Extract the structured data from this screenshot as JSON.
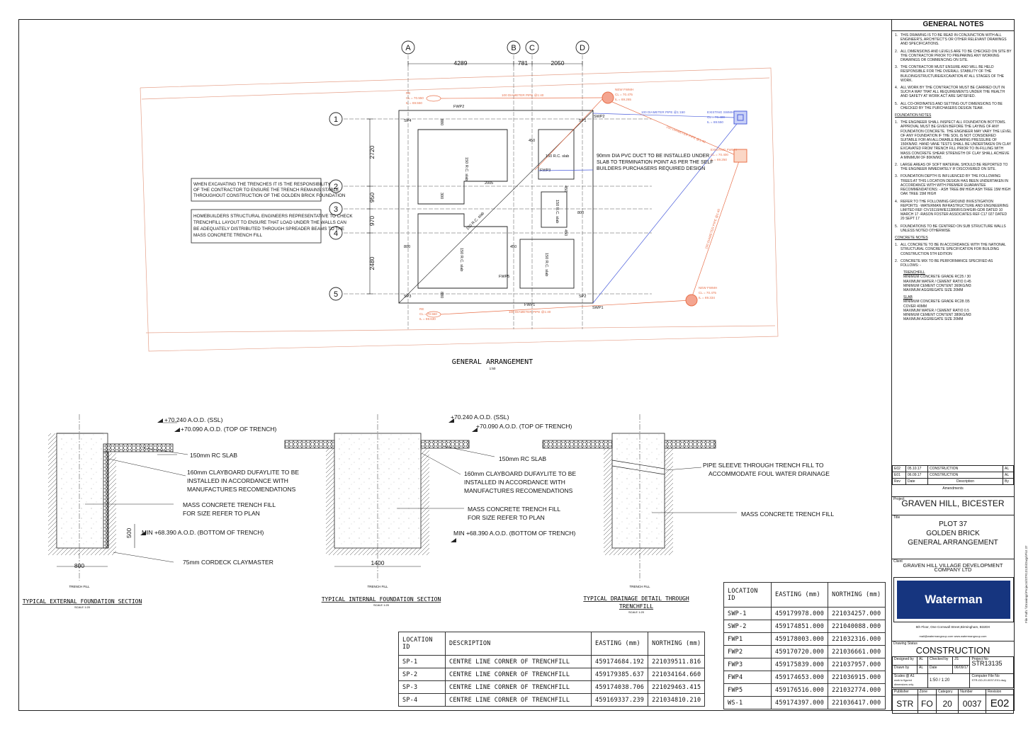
{
  "grid": {
    "cols": [
      "A",
      "B",
      "C",
      "D"
    ],
    "rows": [
      "1",
      "2",
      "3",
      "4",
      "5"
    ],
    "col_dims": [
      "4289",
      "781",
      "2050"
    ],
    "row_dims": [
      "2720",
      "950",
      "970",
      "2480"
    ]
  },
  "plan": {
    "notes": [
      "WHEN EXCAVATING THE TRENCHES IT IS THE RESPONSIBILITY",
      "OF THE CONTRACTOR TO ENSURE THE TRENCH REMAINS STABLE",
      "THROUGHOUT CONSTRUCTION OF THE GOLDEN BRICK FOUNDATION"
    ],
    "notes2": [
      "HOMEBUILDERS STRUCTURAL ENGINEERS REPRESENTATIVE TO CHECK",
      "TRENCHFILL LAYOUT TO ENSURE THAT LOAD UNDER THE WALLS CAN",
      "BE ADEQUATELY DISTRIBUTED THROUGH SPREADER BEAMS TO THE",
      "MASS CONCRETE TRENCH FILL"
    ],
    "duct": [
      "90mm DIA PVC DUCT TO BE INSTALLED UNDER",
      "SLAB TO TERMINATION POINT AS PER THE SELF",
      "BUILDERS PURCHASERS REQUIRED DESIGN"
    ],
    "slab_a": "150 R.C. slab",
    "slab_b": "150 R.C. slab",
    "slab_c": "150 R.C. slab",
    "slab_d": "150 R.C. slab",
    "slab_e": "150 R.C. slab",
    "slab_f": "150 R.C. slab",
    "dims": {
      "d880a": "880",
      "d880b": "880",
      "d450a": "450",
      "d450b": "450",
      "d450c": "450",
      "d450d": "450",
      "d300": "300",
      "d2005": "2005",
      "d800": "800",
      "d800b": "800"
    },
    "pts": {
      "sp4": "SP4",
      "sp1": "SP1",
      "sp3": "SP3",
      "sp2": "SP2",
      "swp1": "SWP1",
      "swp2": "SWP2",
      "fwp1": "FWP1",
      "fwp2": "FWP2",
      "fwp3": "FWP3",
      "fwp5": "FWP5"
    },
    "pipes": {
      "top": "100 DIAMETER PIPE @1:40",
      "bot": "100 DIAMETER PIPE @1:40",
      "right1": "100 DIAMETER PIPE @1:40",
      "right2": "100 DIAMETER PIPE @1:40",
      "blue": "100 DIAMETER PIPE @1:150"
    },
    "re_top": [
      "RE",
      "CL = 70.550",
      "IL = 69.550"
    ],
    "re_bot": [
      "RE",
      "CL = 70.550",
      "IL = 69.630"
    ],
    "fmh_top": [
      "NEW FWMH",
      "CL = 70.475",
      "IL = 69.265"
    ],
    "fmh_bot": [
      "NEW FWMH",
      "CL = 70.475",
      "IL = 69.334"
    ],
    "swmh": [
      "EXISTING SWMH",
      "CL = 70.400",
      "IL = 69.550"
    ],
    "fwmh": [
      "EXISTING FWMH",
      "CL = 70.400",
      "IL = 69.250"
    ],
    "title": "GENERAL ARRANGEMENT",
    "scale": "1:50"
  },
  "sections": {
    "ext": {
      "ssl": "+70.240 A.O.D. (SSL)",
      "top": "+70.090 A.O.D. (TOP OF TRENCH)",
      "slab": "150mm RC SLAB",
      "clay": [
        "160mm CLAYBOARD DUFAYLITE TO BE",
        "INSTALLED IN ACCORDANCE WITH",
        "MANUFACTURES RECOMENDATIONS"
      ],
      "mass": [
        "MASS CONCRETE TRENCH FILL",
        "FOR SIZE REFER TO PLAN"
      ],
      "min": "MIN +68.390 A.O.D. (BOTTOM OF TRENCH)",
      "cordeck": "75mm CORDECK CLAYMASTER",
      "w": "800",
      "d": "500",
      "cl": "TRENCH FILL",
      "title": "TYPICAL EXTERNAL FOUNDATION SECTION",
      "scale": "SCALE 1:20"
    },
    "int": {
      "ssl": "+70.240 A.O.D. (SSL)",
      "top": "+70.090 A.O.D. (TOP OF TRENCH)",
      "slab": "150mm RC SLAB",
      "clay": [
        "160mm CLAYBOARD DUFAYLITE TO BE",
        "INSTALLED IN ACCORDANCE WITH",
        "MANUFACTURES RECOMENDATIONS"
      ],
      "mass": [
        "MASS CONCRETE TRENCH FILL",
        "FOR SIZE REFER TO PLAN"
      ],
      "min": "MIN +68.390 A.O.D. (BOTTOM OF TRENCH)",
      "w": "1400",
      "cl": "TRENCH FILL",
      "title": "TYPICAL INTERNAL FOUNDATION SECTION",
      "scale": "SCALE 1:20"
    },
    "drain": {
      "sleeve": [
        "PIPE SLEEVE THROUGH TRENCH FILL TO",
        "ACCOMMODATE FOUL WATER DRAINAGE"
      ],
      "mass": "MASS CONCRETE TRENCH FILL",
      "cl": "TRENCH FILL",
      "title": [
        "TYPICAL DRAINAGE DETAIL THROUGH",
        "TRENCHFILL"
      ],
      "scale": "SCALE 1:20"
    }
  },
  "table_sp": {
    "headers": [
      "LOCATION ID",
      "DESCRIPTION",
      "EASTING (mm)",
      "NORTHING (mm)"
    ],
    "rows": [
      [
        "SP-1",
        "CENTRE LINE CORNER OF TRENCHFILL",
        "459174684.192",
        "221039511.816"
      ],
      [
        "SP-2",
        "CENTRE LINE CORNER OF TRENCHFILL",
        "459179385.637",
        "221034164.660"
      ],
      [
        "SP-3",
        "CENTRE LINE CORNER OF TRENCHFILL",
        "459174038.706",
        "221029463.415"
      ],
      [
        "SP-4",
        "CENTRE LINE CORNER OF TRENCHFILL",
        "459169337.239",
        "221034810.210"
      ]
    ]
  },
  "table_wp": {
    "headers": [
      "LOCATION ID",
      "EASTING (mm)",
      "NORTHING (mm)"
    ],
    "rows": [
      [
        "SWP-1",
        "459179978.000",
        "221034257.000"
      ],
      [
        "SWP-2",
        "459174851.000",
        "221040088.000"
      ],
      [
        "FWP1",
        "459178003.000",
        "221032316.000"
      ],
      [
        "FWP2",
        "459170720.000",
        "221036661.000"
      ],
      [
        "FWP3",
        "459175839.000",
        "221037957.000"
      ],
      [
        "FWP4",
        "459174653.000",
        "221036915.000"
      ],
      [
        "FWP5",
        "459176516.000",
        "221032774.000"
      ],
      [
        "WS-1",
        "459174397.000",
        "221036417.000"
      ]
    ]
  },
  "titleblock": {
    "header": "GENERAL NOTES",
    "notes": [
      {
        "n": "1.",
        "t": "THIS DRAWING IS TO BE READ IN CONJUNCTION WITH ALL ENGINEER'S, ARCHITECT'S OR OTHER RELEVANT DRAWINGS AND SPECIFICATIONS."
      },
      {
        "n": "2.",
        "t": "ALL DIMENSIONS AND LEVELS ARE TO BE CHECKED ON SITE BY THE CONTRACTOR PRIOR TO PREPARING ANY WORKING DRAWINGS OR COMMENCING ON SITE."
      },
      {
        "n": "3.",
        "t": "THE CONTRACTOR MUST ENSURE AND WILL BE HELD RESPONSIBLE FOR THE OVERALL STABILITY OF THE BUILDING/STRUCTURE/EXCAVATION AT ALL STAGES OF THE WORK."
      },
      {
        "n": "4.",
        "t": "ALL WORK BY THE CONTRACTOR MUST BE CARRIED OUT IN SUCH A WAY THAT ALL REQUIREMENTS UNDER THE HEALTH AND SAFETY AT WORK ACT ARE SATISFIED."
      },
      {
        "n": "5.",
        "t": "ALL CO-ORDINATES AND SETTING OUT DIMENSIONS TO BE CHECKED BY THE PURCHASERS DESIGN TEAM."
      }
    ],
    "found_h": "FOUNDATION NOTES",
    "found": [
      {
        "n": "1.",
        "t": "THE ENGINEER SHALL INSPECT ALL FOUNDATION BOTTOMS. APPROVAL MUST BE GIVEN BEFORE THE LAYING OF ANY FOUNDATION CONCRETE. THE ENGINEER MAY VARY THE LEVEL OF ANY FOUNDATION IF THE SOIL IS NOT CONSIDERED SUITABLE FOR AN ALLOWABLE BEARING PRESSURE OF 150KN/M2. HAND VANE TESTS SHALL BE UNDERTAKEN ON CLAY EXCAVATED FROM TRENCH FILL PRIOR TO IN-FILLING WITH MASS CONCRETE SHEAR STRENGTH OF CLAY SHALL ACHIEVE A MINIMUM OF 80KN/M2."
      },
      {
        "n": "2.",
        "t": "LARGE AREAS OF SOFT MATERIAL SHOULD BE REPORTED TO THE ENGINEER IMMEDIATELY IF DISCOVERED ON SITE."
      },
      {
        "n": "3.",
        "t": "FOUNDATION DEPTH IS INFLUENCED BY THE FOLLOWING TREES AT THIS LOCATION DESIGN HAS BEEN UNDERTAKEN IN ACCORDANCE WITH WITH PREMIER GUARANTEE RECOMMENDATIONS: - ASH TREE 8M HIGH  ASH TREE 15M HIGH  OAK TREE 15M HIGH"
      },
      {
        "n": "4.",
        "t": "REFER TO THE FOLLOWING GROUND INVESTIGATION REPORTS: -WATERMAN INFRASTRUCTURE AND ENGINEERING LIMITED REF CIV15119/WIE11386/R/1/3/4/GIR-GDR DATED 10 MARCH 17 -RASON FOSTER ASSOCIATES REF C17 027 DATED 20 SEPT 17"
      },
      {
        "n": "5.",
        "t": "FOUNDATIONS TO BE CENTRED ON SUB STRUCTURE WALLS UNLESS NOTED OTHERWISE"
      }
    ],
    "conc_h": "CONCRETE NOTES",
    "conc": [
      {
        "n": "1.",
        "t": "ALL CONCRETE TO BE IN ACCORDANCE WITH THE NATIONAL STRUCTURAL CONCRETE SPECIFICATION FOR BUILDING CONSTRUCTION 5TH EDITION"
      },
      {
        "n": "2.",
        "t": "CONCRETE MIX TO BE PERFORMANCE SPECIFIED AS FOLLOWS: -"
      }
    ],
    "trench_h": "TRENCHFILL",
    "trench": [
      "MINIMUM CONCRETE GRADE RC25 / 30",
      "MAXIMUM WATER / CEMENT RATIO 0.45",
      "MINIMUM CEMENT CONTENT 360KG/M3",
      "MAXIMUM AGGREGATE SIZE 20MM"
    ],
    "slab_h": "SLAB",
    "slab": [
      "MINIMUM CONCRETE GRADE RC28 /35",
      "COVER 40MM",
      "MAXIMUM WATER / CEMENT RATIO 0.5",
      "MINIMUM CEMENT CONTENT 380KG/M3",
      "MAXIMUM AGGREGATE SIZE 20MM"
    ],
    "amend": [
      [
        "E02",
        "05.10.17",
        "CONSTRUCTION",
        "AL"
      ],
      [
        "E01",
        "06.09.17",
        "CONSTRUCTION",
        "AL"
      ]
    ],
    "amend_hdr": [
      "Rev",
      "Date",
      "Description",
      "By"
    ],
    "amend_label": "Amendments",
    "project_l": "Project",
    "project": "GRAVEN HILL, BICESTER",
    "title_l": "Title",
    "title": [
      "PLOT 37",
      "GOLDEN BRICK",
      "GENERAL ARRANGEMENT"
    ],
    "client_l": "Client",
    "client": "GRAVEN HILL VILLAGE DEVELOPMENT COMPANY LTD",
    "logo": "Waterman",
    "address": "5th Floor, One Cornwall Street,Birmingham, B32DX",
    "contact": "mail@watermangroup.com            www.watermangroup.com",
    "status_l": "Drawing Status",
    "status": "CONSTRUCTION",
    "designed_l": "Designed by",
    "designed": "AL",
    "checked_l": "Checked by",
    "checked": "JS",
    "projno_l": "Project No",
    "projno": "STR13135",
    "drawn_l": "Drawn by",
    "drawn": "AL",
    "date_l": "Date",
    "date": "06/09/17",
    "scale_l": "Scales @ A1",
    "scale_note": "work to figured dimensions only",
    "scale": "1:50 / 1:20",
    "cfile_l": "Computer File No",
    "cfile": "STR-GD-20-0037-E01.dwg",
    "bottom_l": [
      "Publisher",
      "Zone",
      "Category",
      "Number",
      "Revision"
    ],
    "bottom": [
      "STR",
      "FO",
      "20",
      "0037",
      "E02"
    ]
  },
  "side_text": "File Path: \\\\Drawings\\Projects\\STR13135\\Dwgs\\Plot 37"
}
